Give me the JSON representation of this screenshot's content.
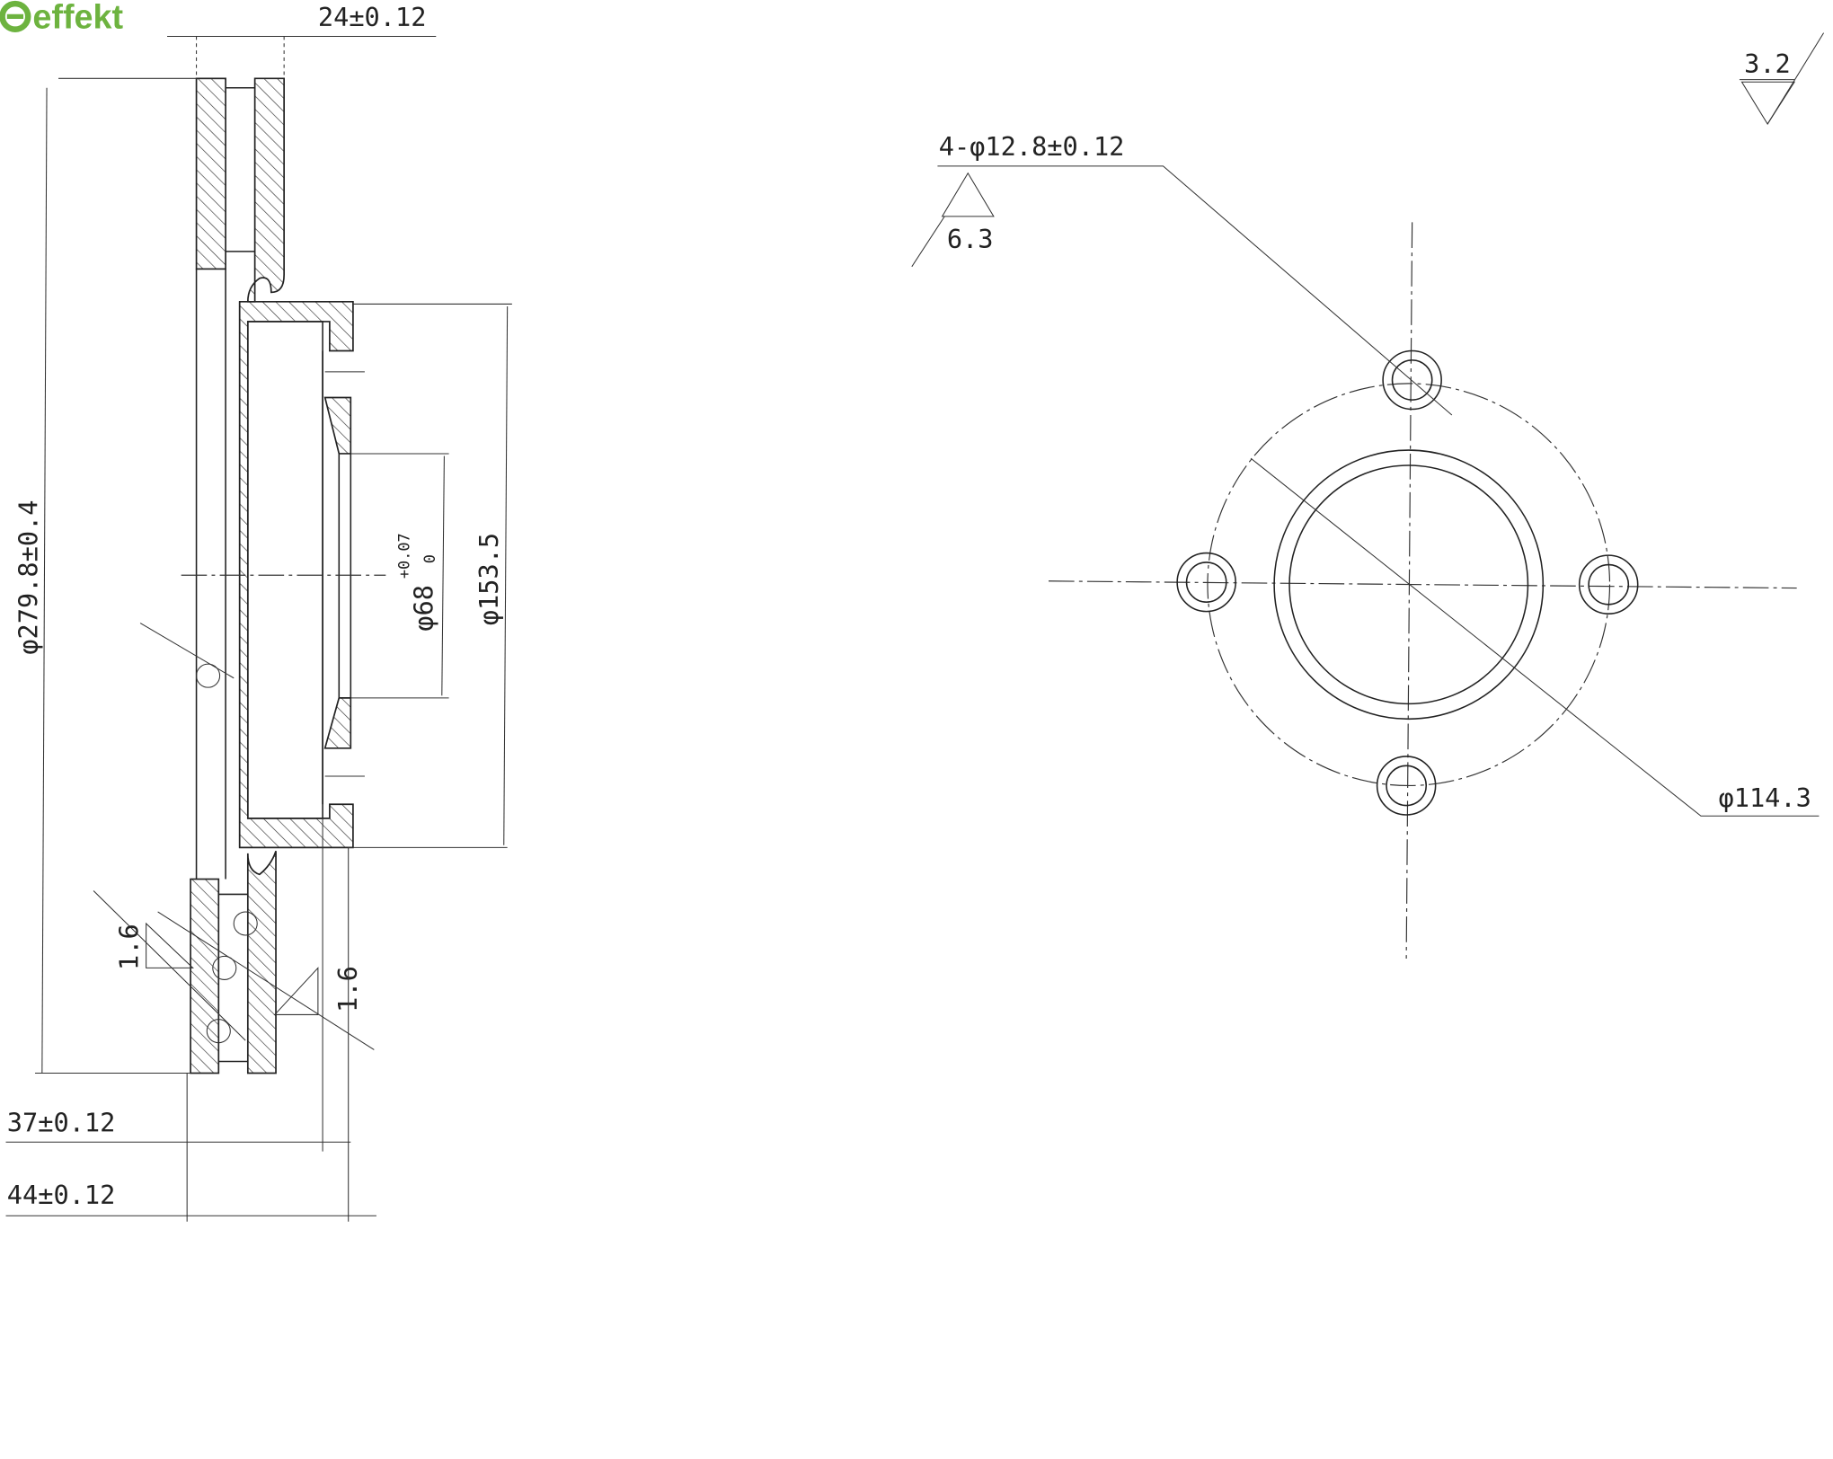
{
  "brand": {
    "logo_text": "effekt",
    "color": "#6db33f"
  },
  "section_view": {
    "width_dim": "24±0.12",
    "outer_diameter_dim": "φ279.8±0.4",
    "hub_diameter_dim": "φ153.5",
    "bore_diameter_dim": "φ68",
    "bore_tolerance_upper": "+0.07",
    "bore_tolerance_lower": "0",
    "hat_height_dim": "37±0.12",
    "total_height_dim": "44±0.12",
    "roughness_left": "1.6",
    "roughness_right": "1.6"
  },
  "front_view": {
    "bolt_holes_dim": "4-φ12.8±0.12",
    "bolt_holes_roughness": "6.3",
    "pcd_dim": "φ114.3",
    "general_roughness": "3.2"
  }
}
